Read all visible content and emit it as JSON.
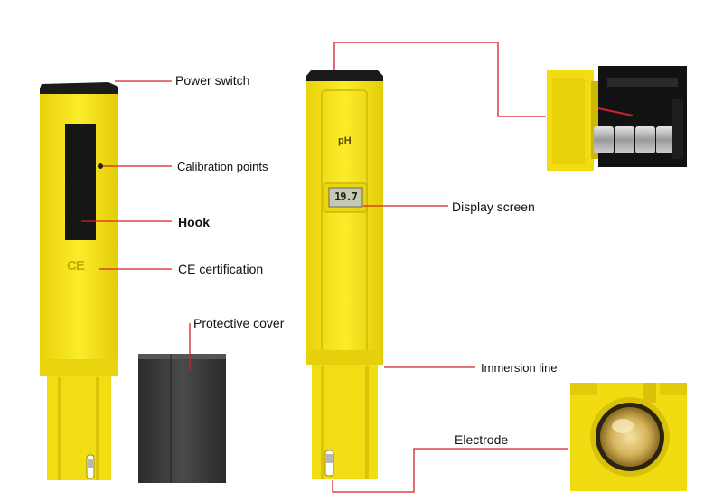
{
  "labels": {
    "power_switch": "Power switch",
    "calibration_points": "Calibration points",
    "hook": "Hook",
    "ce_certification": "CE certification",
    "protective_cover": "Protective cover",
    "display_screen": "Display screen",
    "immersion_line": "Immersion line",
    "electrode": "Electrode"
  },
  "device": {
    "ph_mark": "pH",
    "display_reading": "19.7",
    "ce_mark": "CE"
  },
  "colors": {
    "body_yellow": "#f6e415",
    "cap_black": "#1b1b1b",
    "leader_red": "#d91f26"
  }
}
